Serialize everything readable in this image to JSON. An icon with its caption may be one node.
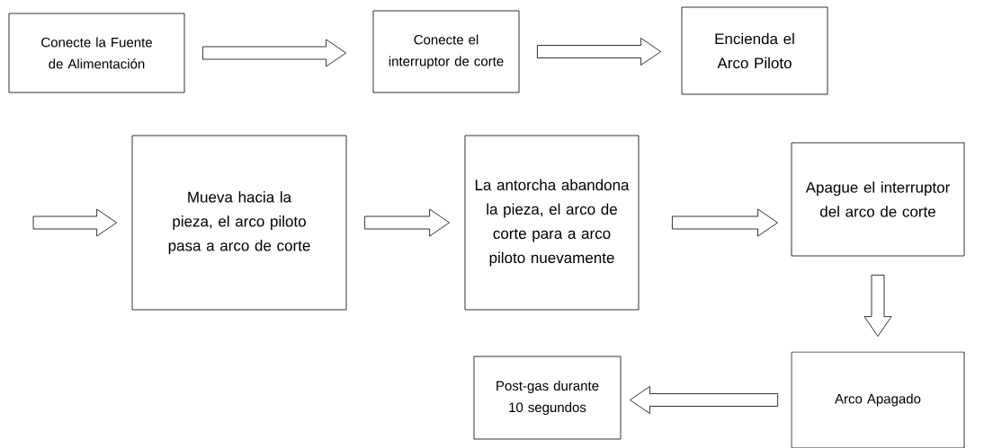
{
  "diagram": {
    "nodes": [
      {
        "text": [
          "Conecte la Fuente de Alimentación"
        ]
      },
      {
        "text": [
          "Conecte el interruptor de corte"
        ]
      },
      {
        "text": [
          "Encienda el Arco Piloto"
        ]
      },
      {
        "text": [
          "Mueva hacia la pieza, el arco piloto pasa a arco de corte"
        ]
      },
      {
        "text": [
          "La antorcha abandona la pieza, el arco de corte para a arco piloto nuevamente"
        ]
      },
      {
        "text": [
          "Apague el interruptor del arco de corte"
        ]
      },
      {
        "text": [
          "Arco Apagado"
        ]
      },
      {
        "text": [
          "Post-gas durante 10 segundos"
        ]
      }
    ],
    "edges": [
      {
        "from": 0,
        "to": 1,
        "arrow": "to"
      },
      {
        "from": 1,
        "to": 2,
        "arrow": "to"
      },
      {
        "from": null,
        "to": 3,
        "arrow": "to"
      },
      {
        "from": 3,
        "to": 4,
        "arrow": "to"
      },
      {
        "from": 4,
        "to": 5,
        "arrow": "to"
      },
      {
        "from": 5,
        "to": 6,
        "arrow": "to"
      },
      {
        "from": 6,
        "to": 7,
        "arrow": "to"
      }
    ]
  }
}
